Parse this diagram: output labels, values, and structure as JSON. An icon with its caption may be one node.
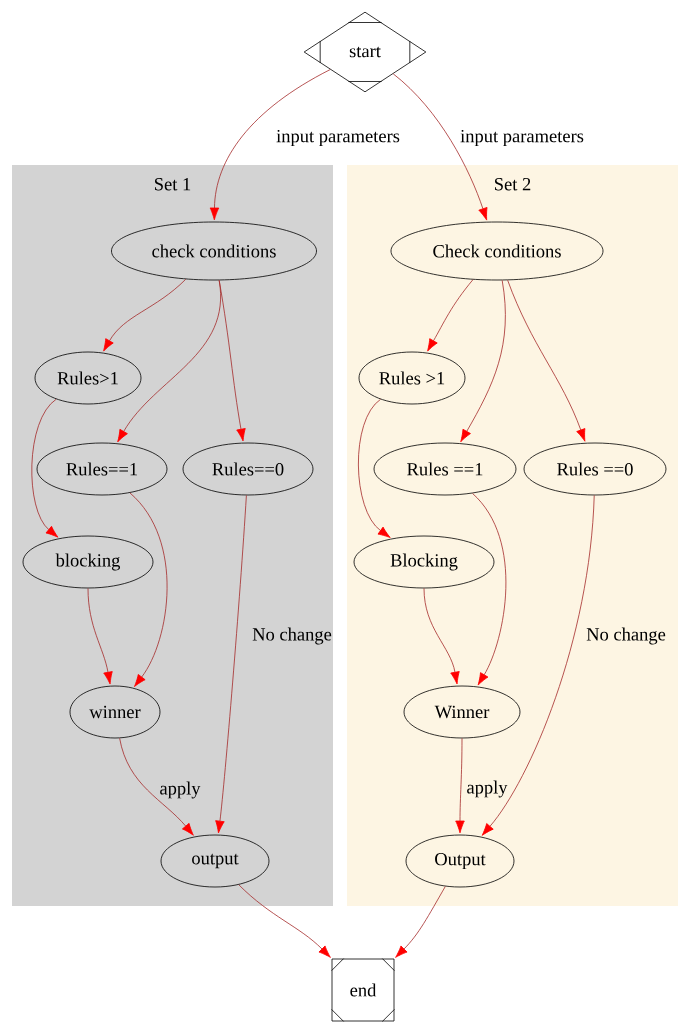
{
  "diagram": {
    "nodes": [
      {
        "text": [
          "start"
        ]
      },
      {
        "text": [
          "Set 1"
        ]
      },
      {
        "text": [
          "check conditions"
        ],
        "in": 1
      },
      {
        "text": [
          "Rules>1"
        ],
        "in": 1
      },
      {
        "text": [
          "Rules==1"
        ],
        "in": 1
      },
      {
        "text": [
          "Rules==0"
        ],
        "in": 1
      },
      {
        "text": [
          "blocking"
        ],
        "in": 1
      },
      {
        "text": [
          "winner"
        ],
        "in": 1
      },
      {
        "text": [
          "output"
        ],
        "in": 1
      },
      {
        "text": [
          "Set 2"
        ]
      },
      {
        "text": [
          "Check conditions"
        ],
        "in": 9
      },
      {
        "text": [
          "Rules >1"
        ],
        "in": 9
      },
      {
        "text": [
          "Rules ==1"
        ],
        "in": 9
      },
      {
        "text": [
          "Rules ==0"
        ],
        "in": 9
      },
      {
        "text": [
          "Blocking"
        ],
        "in": 9
      },
      {
        "text": [
          "Winner"
        ],
        "in": 9
      },
      {
        "text": [
          "Output"
        ],
        "in": 9
      },
      {
        "text": [
          "end"
        ]
      }
    ],
    "edges": [
      {
        "from": 0,
        "to": 2,
        "arrow": "to",
        "label": "input parameters"
      },
      {
        "from": 0,
        "to": 10,
        "arrow": "to",
        "label": "input parameters"
      },
      {
        "from": 2,
        "to": 3,
        "arrow": "to"
      },
      {
        "from": 2,
        "to": 4,
        "arrow": "to"
      },
      {
        "from": 2,
        "to": 5,
        "arrow": "to"
      },
      {
        "from": 3,
        "to": 6,
        "arrow": "to"
      },
      {
        "from": 4,
        "to": 7,
        "arrow": "to"
      },
      {
        "from": 6,
        "to": 7,
        "arrow": "to"
      },
      {
        "from": 5,
        "to": 8,
        "arrow": "to",
        "label": "No change"
      },
      {
        "from": 7,
        "to": 8,
        "arrow": "to",
        "label": "apply"
      },
      {
        "from": 10,
        "to": 11,
        "arrow": "to"
      },
      {
        "from": 10,
        "to": 12,
        "arrow": "to"
      },
      {
        "from": 10,
        "to": 13,
        "arrow": "to"
      },
      {
        "from": 11,
        "to": 14,
        "arrow": "to"
      },
      {
        "from": 12,
        "to": 15,
        "arrow": "to"
      },
      {
        "from": 14,
        "to": 15,
        "arrow": "to"
      },
      {
        "from": 13,
        "to": 16,
        "arrow": "to",
        "label": "No change"
      },
      {
        "from": 15,
        "to": 16,
        "arrow": "to",
        "label": "apply"
      },
      {
        "from": 8,
        "to": 17,
        "arrow": "to"
      },
      {
        "from": 16,
        "to": 17,
        "arrow": "to"
      }
    ]
  }
}
